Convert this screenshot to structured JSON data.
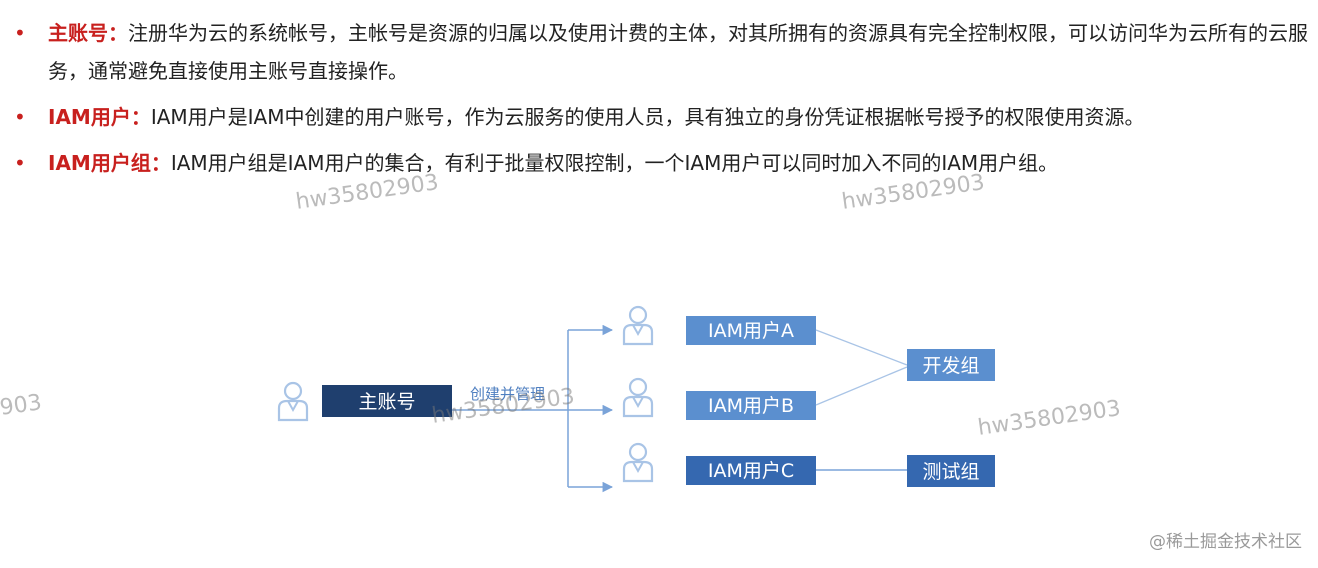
{
  "bullets": [
    {
      "term": "主账号：",
      "desc": "注册华为云的系统帐号，主帐号是资源的归属以及使用计费的主体，对其所拥有的资源具有完全控制权限，可以访问华为云所有的云服务，通常避免直接使用主账号直接操作。"
    },
    {
      "term": "IAM用户：",
      "desc": "IAM用户是IAM中创建的用户账号，作为云服务的使用人员，具有独立的身份凭证根据帐号授予的权限使用资源。"
    },
    {
      "term": "IAM用户组：",
      "desc": "IAM用户组是IAM用户的集合，有利于批量权限控制，一个IAM用户可以同时加入不同的IAM用户组。"
    }
  ],
  "bullet_glyph": "•",
  "diagram": {
    "main_account": "主账号",
    "arrow_label": "创建并管理",
    "users": [
      "IAM用户A",
      "IAM用户B",
      "IAM用户C"
    ],
    "groups": [
      "开发组",
      "测试组"
    ]
  },
  "colors": {
    "accent_red": "#c8201e",
    "dark_box": "#1f3f6e",
    "light_box": "#5b8fcf",
    "line": "#7aa3d8"
  },
  "watermarks": [
    "hw35802903",
    "hw35802903",
    "903",
    "hw35802903",
    "hw35802903"
  ],
  "credit": "@稀土掘金技术社区"
}
